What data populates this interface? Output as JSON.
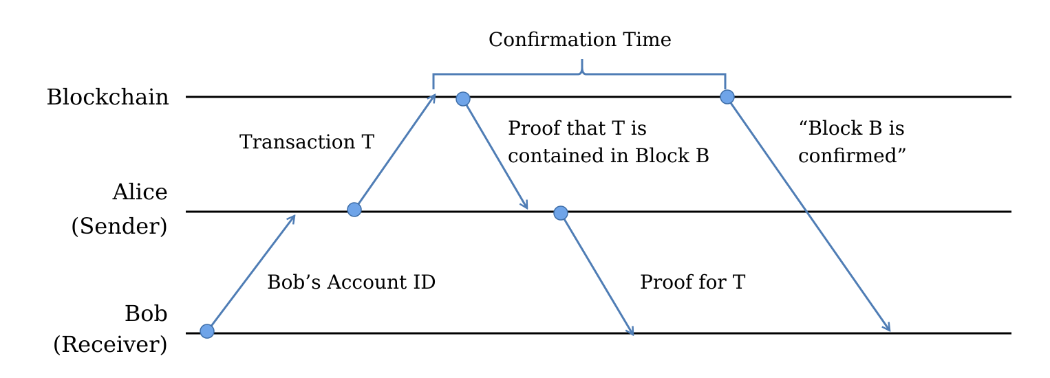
{
  "colors": {
    "lane_line": "#000000",
    "arrow": "#4F7DB5",
    "dot_fill": "#6FA4E8",
    "dot_stroke": "#3E6EA8"
  },
  "lanes": {
    "blockchain": "Blockchain",
    "alice_line1": "Alice",
    "alice_line2": "(Sender)",
    "bob_line1": "Bob",
    "bob_line2": "(Receiver)"
  },
  "bracket": {
    "label": "Confirmation Time"
  },
  "messages": {
    "bob_account": "Bob’s Account ID",
    "transaction": "Transaction T",
    "proof_contained_line1": "Proof that T is",
    "proof_contained_line2": "contained in Block B",
    "proof_for_t": "Proof for T",
    "block_confirmed_line1": "“Block B is",
    "block_confirmed_line2": "confirmed”"
  }
}
